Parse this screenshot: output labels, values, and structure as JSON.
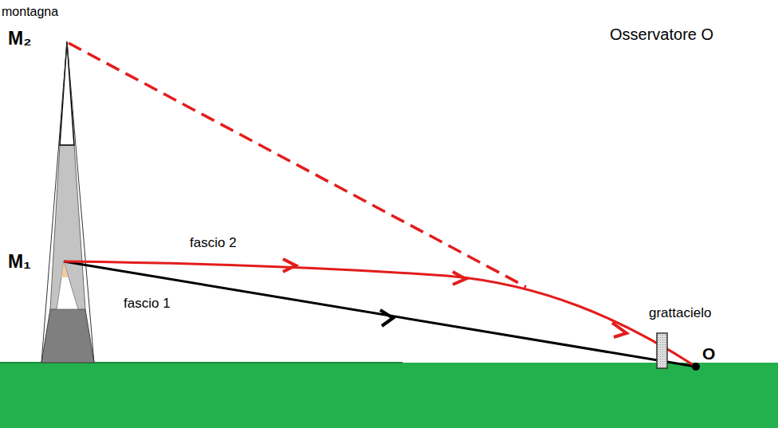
{
  "diagram": {
    "labels": [
      "montagna",
      "M₂",
      "Osservatore O",
      "M₁",
      "fascio 2",
      "fascio 1",
      "grattacielo",
      "O"
    ]
  }
}
